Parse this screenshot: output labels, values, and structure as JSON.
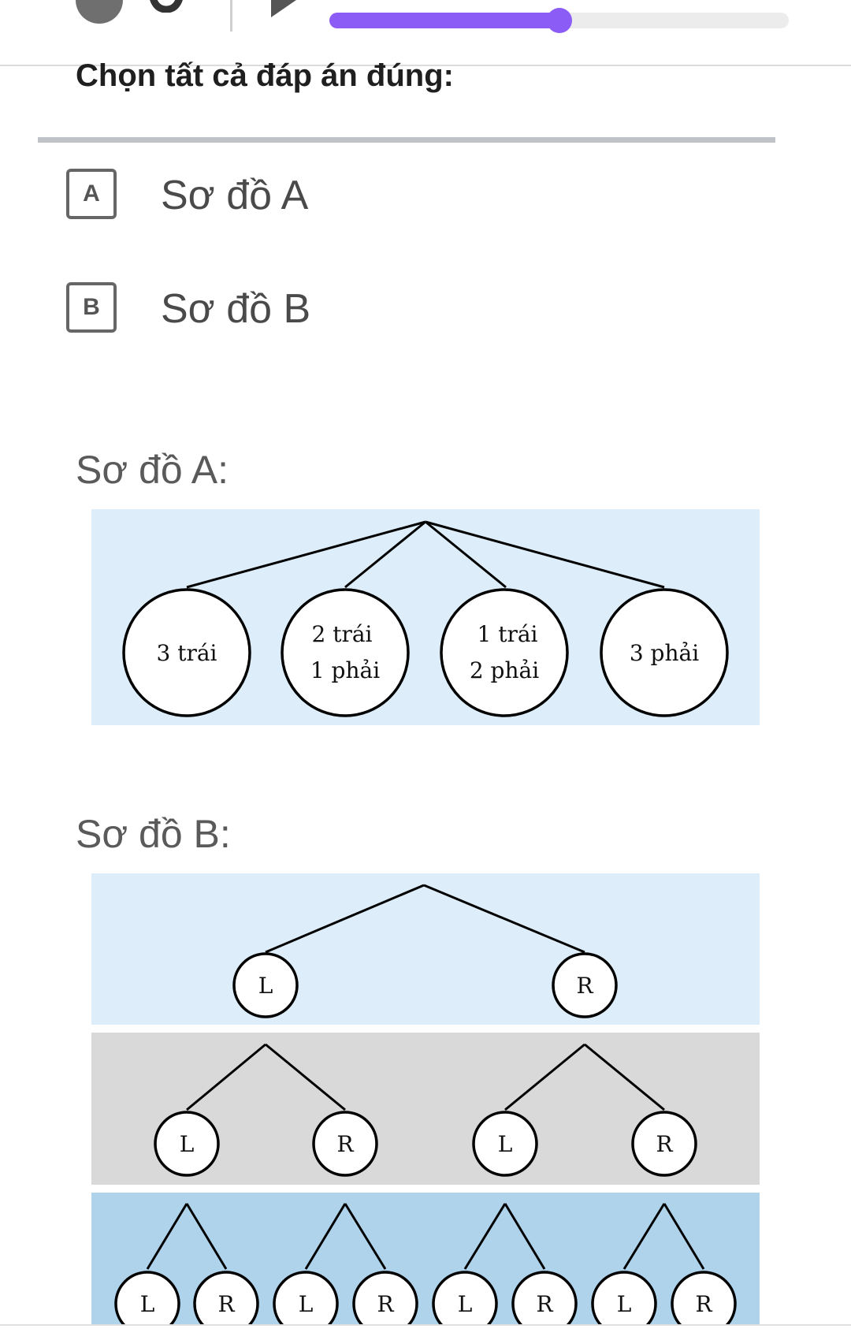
{
  "header": {
    "progress_fraction": 0.5,
    "colors": {
      "accent": "#8b5cf6",
      "track": "#ececec"
    },
    "icons": [
      "status-dot-icon",
      "round-icon",
      "play-icon"
    ]
  },
  "question": {
    "text": "Chọn tất cả đáp án đúng:"
  },
  "options": [
    {
      "letter": "A",
      "label": "Sơ đồ A"
    },
    {
      "letter": "B",
      "label": "Sơ đồ B"
    }
  ],
  "diagram_a": {
    "title": "Sơ đồ A:",
    "background": "#ddeefa",
    "nodes": [
      {
        "line1": "3 trái",
        "line2": ""
      },
      {
        "line1": "2 trái",
        "line2": "1 phải"
      },
      {
        "line1": "1 trái",
        "line2": "2 phải"
      },
      {
        "line1": "3 phải",
        "line2": ""
      }
    ]
  },
  "diagram_b": {
    "title": "Sơ đồ B:",
    "band_colors": [
      "#ddeefa",
      "#d9d9d9",
      "#aed3eb"
    ],
    "level1": [
      "L",
      "R"
    ],
    "level2": [
      "L",
      "R",
      "L",
      "R"
    ],
    "level3": [
      "L",
      "R",
      "L",
      "R",
      "L",
      "R",
      "L",
      "R"
    ]
  }
}
